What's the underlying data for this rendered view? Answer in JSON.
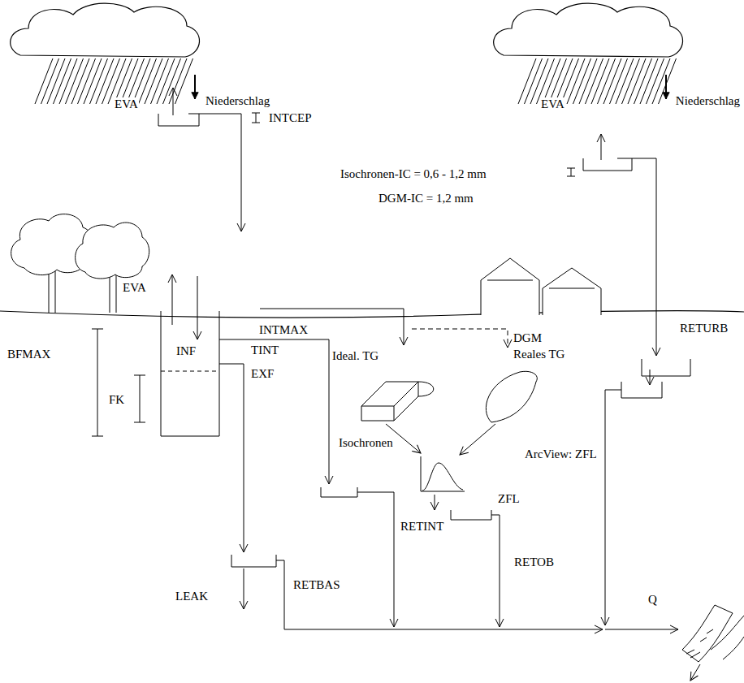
{
  "diagram": {
    "labels": [
      "Niederschlag",
      "Niederschlag",
      "EVA",
      "INTCEP",
      "EVA",
      "Isochronen-IC = 0,6 - 1,2 mm",
      "DGM-IC = 1,2 mm",
      "EVA",
      "RETURB",
      "INTMAX",
      "DGM",
      "BFMAX",
      "INF",
      "Ideal. TG",
      "Reales TG",
      "TINT",
      "FK",
      "EXF",
      "Isochronen",
      "ArcView: ZFL",
      "ZFL",
      "RETINT",
      "RETOB",
      "RETBAS",
      "LEAK",
      "Q"
    ]
  }
}
